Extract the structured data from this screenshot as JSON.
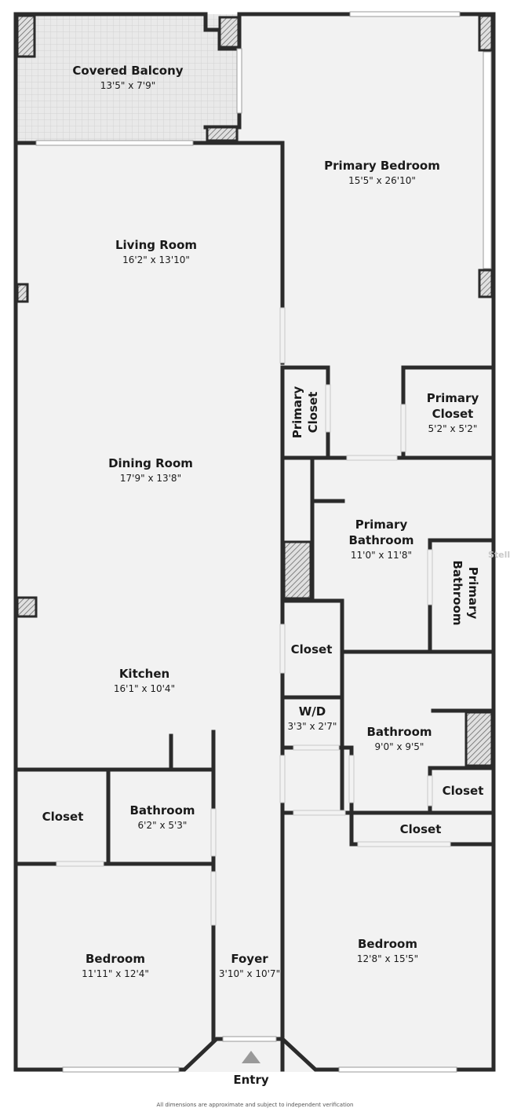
{
  "rooms": {
    "covered_balcony": {
      "name": "Covered Balcony",
      "dims": "13'5\" x 7'9\""
    },
    "primary_bedroom": {
      "name": "Primary Bedroom",
      "dims": "15'5\" x 26'10\""
    },
    "living_room": {
      "name": "Living Room",
      "dims": "16'2\" x 13'10\""
    },
    "primary_closet_left": {
      "line1": "Primary",
      "line2": "Closet"
    },
    "primary_closet_right": {
      "name": "Primary\nCloset",
      "line1": "Primary",
      "line2": "Closet",
      "dims": "5'2\" x 5'2\""
    },
    "dining_room": {
      "name": "Dining Room",
      "dims": "17'9\" x 13'8\""
    },
    "primary_bathroom": {
      "line1": "Primary",
      "line2": "Bathroom",
      "dims": "11'0\" x 11'8\""
    },
    "primary_bathroom_small": {
      "line1": "Primary",
      "line2": "Bathroom"
    },
    "closet_mid": {
      "name": "Closet"
    },
    "kitchen": {
      "name": "Kitchen",
      "dims": "16'1\" x 10'4\""
    },
    "wd": {
      "name": "W/D",
      "dims": "3'3\" x 2'7\""
    },
    "bathroom_right": {
      "name": "Bathroom",
      "dims": "9'0\" x 9'5\""
    },
    "closet_right_small": {
      "name": "Closet"
    },
    "closet_left": {
      "name": "Closet"
    },
    "bathroom_left": {
      "name": "Bathroom",
      "dims": "6'2\" x 5'3\""
    },
    "closet_hall": {
      "name": "Closet"
    },
    "bedroom_left": {
      "name": "Bedroom",
      "dims": "11'11\" x 12'4\""
    },
    "foyer": {
      "name": "Foyer",
      "dims": "3'10\" x 10'7\""
    },
    "bedroom_right": {
      "name": "Bedroom",
      "dims": "12'8\" x 15'5\""
    }
  },
  "entry_label": "Entry",
  "footer_note": "All dimensions are approximate and subject to independent verification",
  "watermark": "Stellar",
  "colors": {
    "wall": "#2b2b2b",
    "floor": "#f2f2f2",
    "balcony": "#e6e6e6",
    "window": "#ffffff",
    "hatch": "#8a8a8a"
  }
}
